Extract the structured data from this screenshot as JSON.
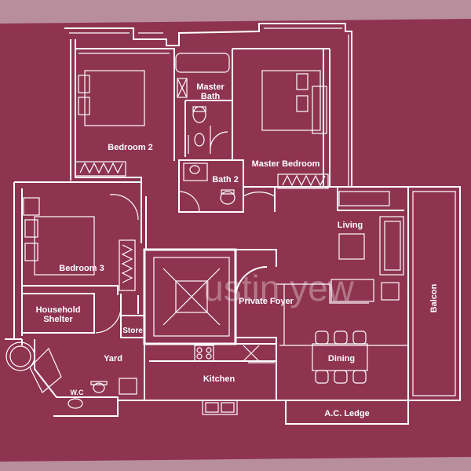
{
  "rooms": {
    "master_bath": [
      "Master",
      "Bath"
    ],
    "bedroom2": "Bedroom 2",
    "master_bedroom": "Master Bedroom",
    "bath2": "Bath 2",
    "living": "Living",
    "bedroom3": "Bedroom 3",
    "household_shelter": [
      "Household",
      "Shelter"
    ],
    "private_foyer": "Private Foyer",
    "store": "Store",
    "balcony": "Balcon",
    "dining": "Dining",
    "yard": "Yard",
    "wc": "W.C",
    "kitchen": "Kitchen",
    "ac_ledge": "A.C. Ledge"
  },
  "watermark": "ustin yew",
  "colors": {
    "background": "#8e3350",
    "frame": "#b98e9c",
    "lines": "#ffffff"
  }
}
